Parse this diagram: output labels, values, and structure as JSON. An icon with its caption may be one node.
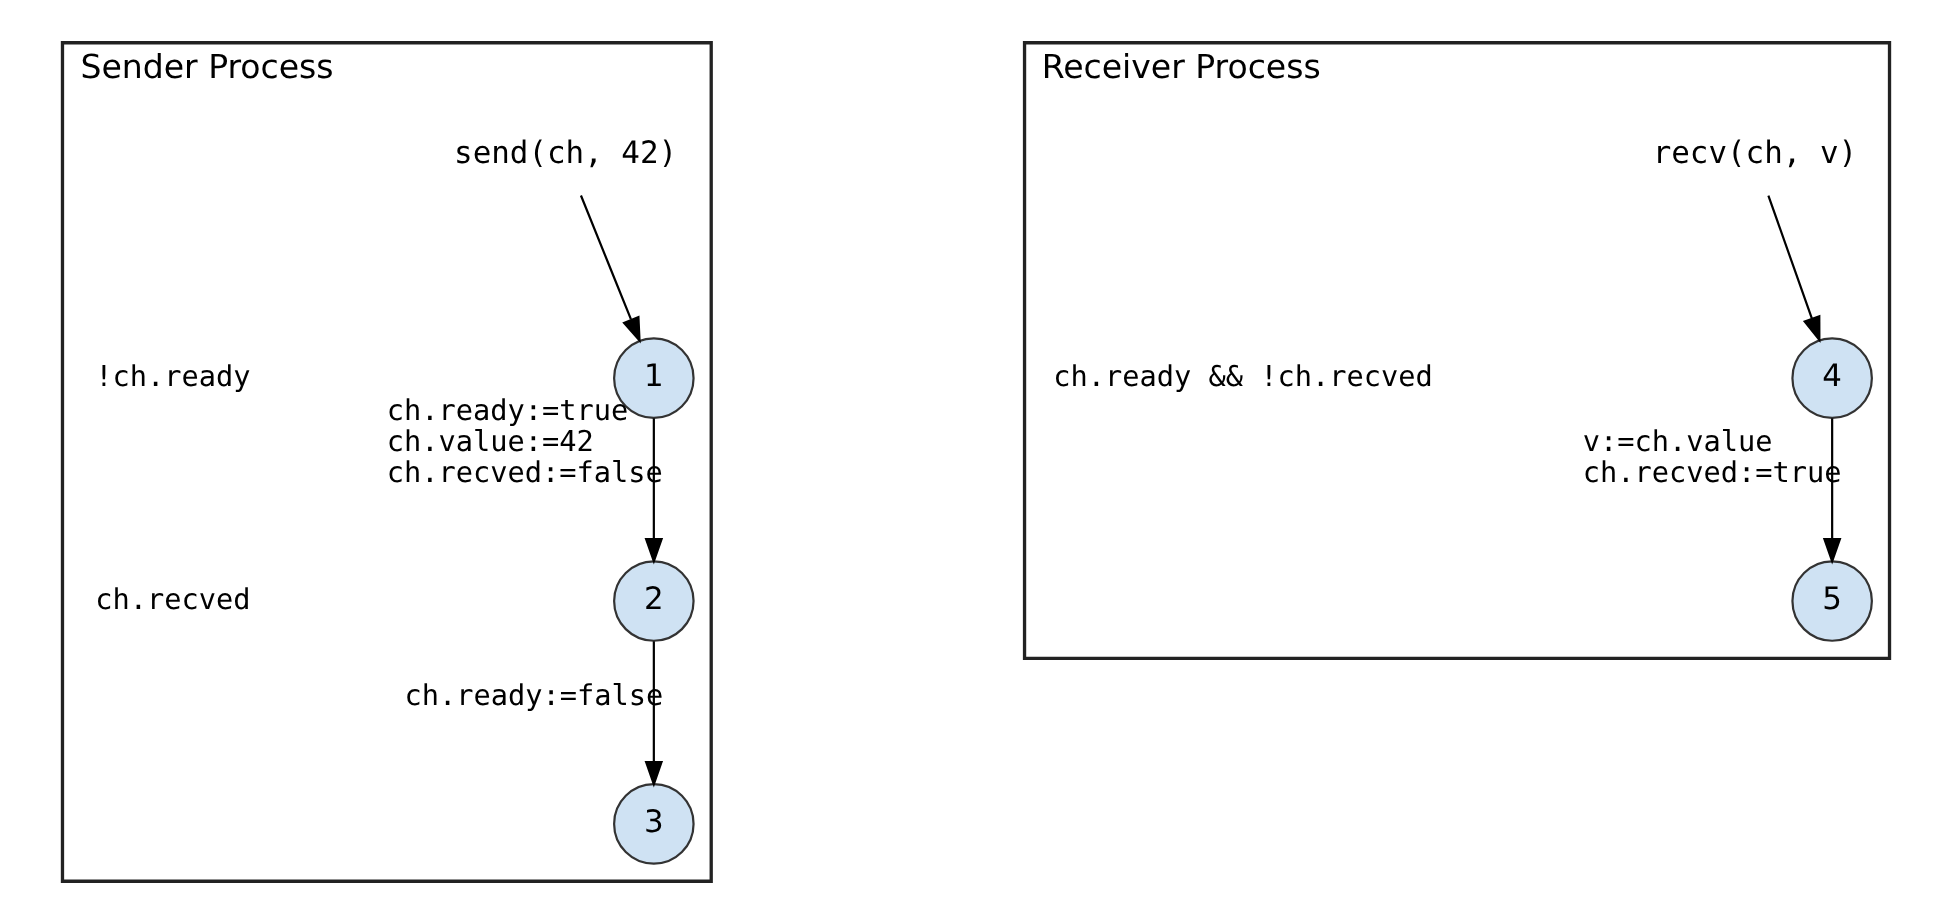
{
  "diagram": {
    "nodes": [
      {
        "text": [
          "Sender Process"
        ]
      },
      {
        "text": [
          "send(ch, 42)"
        ],
        "in": 0
      },
      {
        "text": [
          "1"
        ],
        "in": 0
      },
      {
        "text": [
          "2"
        ],
        "in": 0
      },
      {
        "text": [
          "3"
        ],
        "in": 0
      },
      {
        "text": [
          "Receiver Process"
        ]
      },
      {
        "text": [
          "recv(ch, v)"
        ],
        "in": 5
      },
      {
        "text": [
          "4"
        ],
        "in": 5
      },
      {
        "text": [
          "5"
        ],
        "in": 5
      }
    ],
    "edges": [
      {
        "from": 1,
        "to": 2,
        "arrow": "to"
      },
      {
        "from": 2,
        "to": 3,
        "arrow": "to",
        "label": "ch.ready:=true ch.value:=42 ch.recved:=false"
      },
      {
        "from": 3,
        "to": 4,
        "arrow": "to",
        "label": "ch.ready:=false"
      },
      {
        "from": 6,
        "to": 7,
        "arrow": "to"
      },
      {
        "from": 7,
        "to": 8,
        "arrow": "to",
        "label": "v:=ch.value ch.recved:=true"
      }
    ],
    "labels": [
      "!ch.ready",
      "ch.recved",
      "ch.ready && !ch.recved"
    ]
  }
}
